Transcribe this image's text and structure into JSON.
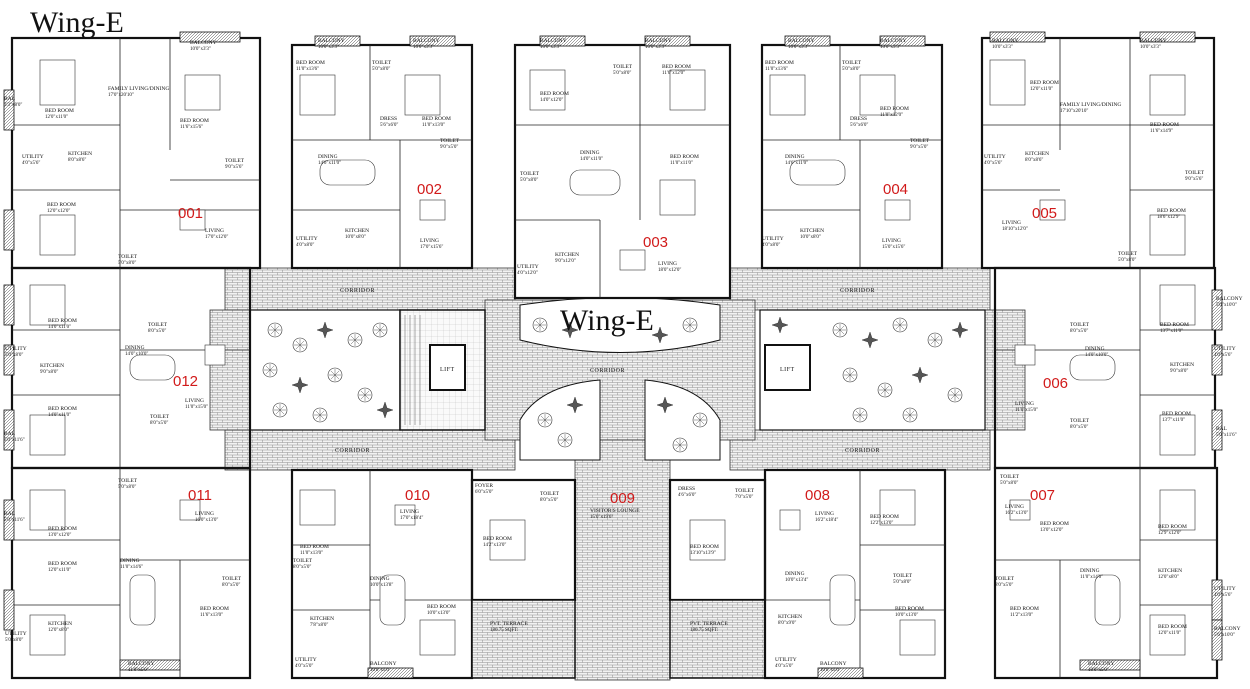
{
  "title": "Wing-E",
  "center_title": "Wing-E",
  "corridor_label": "CORRIDOR",
  "lift_label": "LIFT",
  "units": [
    {
      "id": "001",
      "rooms": [
        {
          "name": "BED ROOM",
          "dim": "12'0\"x11'0\""
        },
        {
          "name": "FAMILY LIVING/DINING",
          "dim": "17'0\"x20'10\""
        },
        {
          "name": "BED ROOM",
          "dim": "11'6\"x15'6\""
        },
        {
          "name": "UTILITY",
          "dim": "4'0\"x5'6\""
        },
        {
          "name": "KITCHEN",
          "dim": "8'0\"x8'6\""
        },
        {
          "name": "TOILET",
          "dim": "9'0\"x5'6\""
        },
        {
          "name": "BED ROOM",
          "dim": "12'0\"x12'0\""
        },
        {
          "name": "LIVING",
          "dim": "17'0\"x12'0\""
        },
        {
          "name": "TOILET",
          "dim": "5'0\"x8'0\""
        },
        {
          "name": "BALCONY",
          "dim": "10'0\"x3'3\""
        },
        {
          "name": "BAL",
          "dim": "3'3\"x8'0\""
        }
      ]
    },
    {
      "id": "002",
      "rooms": [
        {
          "name": "BED ROOM",
          "dim": "11'0\"x13'6\""
        },
        {
          "name": "TOILET",
          "dim": "5'0\"x8'0\""
        },
        {
          "name": "DRESS",
          "dim": "5'6\"x6'0\""
        },
        {
          "name": "BED ROOM",
          "dim": "11'0\"x13'0\""
        },
        {
          "name": "TOILET",
          "dim": "9'0\"x5'0\""
        },
        {
          "name": "DINING",
          "dim": "14'6\"x11'0\""
        },
        {
          "name": "UTILITY",
          "dim": "4'0\"x8'0\""
        },
        {
          "name": "KITCHEN",
          "dim": "10'0\"x8'0\""
        },
        {
          "name": "LIVING",
          "dim": "17'0\"x15'6\""
        },
        {
          "name": "BALCONY",
          "dim": "10'0\"x3'3\""
        },
        {
          "name": "BALCONY",
          "dim": "10'0\"x3'3\""
        }
      ]
    },
    {
      "id": "003",
      "rooms": [
        {
          "name": "BED ROOM",
          "dim": "14'0\"x12'0\""
        },
        {
          "name": "TOILET",
          "dim": "5'0\"x8'0\""
        },
        {
          "name": "BED ROOM",
          "dim": "11'6\"x12'0\""
        },
        {
          "name": "DINING",
          "dim": "14'0\"x11'0\""
        },
        {
          "name": "BED ROOM",
          "dim": "11'0\"x11'0\""
        },
        {
          "name": "TOILET",
          "dim": "5'0\"x8'0\""
        },
        {
          "name": "UTILITY",
          "dim": "4'0\"x12'0\""
        },
        {
          "name": "KITCHEN",
          "dim": "9'0\"x12'0\""
        },
        {
          "name": "LIVING",
          "dim": "18'0\"x12'0\""
        },
        {
          "name": "BALCONY",
          "dim": "10'0\"x3'3\""
        },
        {
          "name": "BALCONY",
          "dim": "10'0\"x3'3\""
        }
      ]
    },
    {
      "id": "004",
      "rooms": [
        {
          "name": "BED ROOM",
          "dim": "11'0\"x13'6\""
        },
        {
          "name": "TOILET",
          "dim": "5'0\"x8'0\""
        },
        {
          "name": "BED ROOM",
          "dim": "11'0\"x12'0\""
        },
        {
          "name": "DRESS",
          "dim": "5'6\"x6'0\""
        },
        {
          "name": "TOILET",
          "dim": "9'0\"x5'0\""
        },
        {
          "name": "DINING",
          "dim": "14'6\"x11'0\""
        },
        {
          "name": "UTILITY",
          "dim": "4'0\"x8'0\""
        },
        {
          "name": "KITCHEN",
          "dim": "10'0\"x8'0\""
        },
        {
          "name": "LIVING",
          "dim": "15'0\"x15'6\""
        },
        {
          "name": "BALCONY",
          "dim": "10'0\"x3'3\""
        },
        {
          "name": "BALCONY",
          "dim": "10'0\"x3'3\""
        }
      ]
    },
    {
      "id": "005",
      "rooms": [
        {
          "name": "BED ROOM",
          "dim": "12'0\"x11'0\""
        },
        {
          "name": "FAMILY LIVING/DINING",
          "dim": "17'10\"x20'10\""
        },
        {
          "name": "BED ROOM",
          "dim": "11'6\"x14'9\""
        },
        {
          "name": "UTILITY",
          "dim": "4'0\"x5'6\""
        },
        {
          "name": "KITCHEN",
          "dim": "8'0\"x8'6\""
        },
        {
          "name": "TOILET",
          "dim": "9'0\"x5'6\""
        },
        {
          "name": "LIVING",
          "dim": "18'10\"x12'0\""
        },
        {
          "name": "BED ROOM",
          "dim": "18'6\"x12'9\""
        },
        {
          "name": "TOILET",
          "dim": "5'0\"x8'0\""
        },
        {
          "name": "BALCONY",
          "dim": "10'0\"x3'3\""
        },
        {
          "name": "BALCONY",
          "dim": "10'0\"x3'3\""
        }
      ]
    },
    {
      "id": "006",
      "rooms": [
        {
          "name": "TOILET",
          "dim": "8'0\"x5'0\""
        },
        {
          "name": "BED ROOM",
          "dim": "13'7\"x11'0\""
        },
        {
          "name": "DINING",
          "dim": "14'0\"x10'0\""
        },
        {
          "name": "KITCHEN",
          "dim": "9'0\"x8'0\""
        },
        {
          "name": "UTILITY",
          "dim": "4'0\"x5'6\""
        },
        {
          "name": "LIVING",
          "dim": "11'0\"x15'0\""
        },
        {
          "name": "TOILET",
          "dim": "8'0\"x5'0\""
        },
        {
          "name": "BED ROOM",
          "dim": "13'7\"x11'0\""
        },
        {
          "name": "BALCONY",
          "dim": "5'0\"x10'0\""
        },
        {
          "name": "BAL",
          "dim": "5'0\"x11'6\""
        }
      ]
    },
    {
      "id": "007",
      "rooms": [
        {
          "name": "TOILET",
          "dim": "5'0\"x8'0\""
        },
        {
          "name": "LIVING",
          "dim": "16'2\"x13'0\""
        },
        {
          "name": "BED ROOM",
          "dim": "13'0\"x12'0\""
        },
        {
          "name": "BED ROOM",
          "dim": "12'9\"x12'0\""
        },
        {
          "name": "DINING",
          "dim": "11'0\"x14'6\""
        },
        {
          "name": "KITCHEN",
          "dim": "12'0\"x8'0\""
        },
        {
          "name": "TOILET",
          "dim": "8'0\"x5'0\""
        },
        {
          "name": "BED ROOM",
          "dim": "11'2\"x13'0\""
        },
        {
          "name": "BED ROOM",
          "dim": "12'0\"x11'0\""
        },
        {
          "name": "UTILITY",
          "dim": "4'0\"x5'6\""
        },
        {
          "name": "BALCONY",
          "dim": "10'0\"x5'0\""
        },
        {
          "name": "BALCONY",
          "dim": "5'6\"x10'0\""
        }
      ]
    },
    {
      "id": "008",
      "rooms": [
        {
          "name": "DRESS",
          "dim": "4'6\"x6'0\""
        },
        {
          "name": "TOILET",
          "dim": "7'0\"x5'0\""
        },
        {
          "name": "BED ROOM",
          "dim": "13'10\"x13'9\""
        },
        {
          "name": "LIVING",
          "dim": "16'2\"x18'4\""
        },
        {
          "name": "BED ROOM",
          "dim": "12'2\"x13'0\""
        },
        {
          "name": "DINING",
          "dim": "10'0\"x13'4\""
        },
        {
          "name": "TOILET",
          "dim": "5'0\"x8'0\""
        },
        {
          "name": "KITCHEN",
          "dim": "8'0\"x9'0\""
        },
        {
          "name": "BED ROOM",
          "dim": "10'0\"x13'0\""
        },
        {
          "name": "UTILITY",
          "dim": "4'0\"x5'0\""
        },
        {
          "name": "BALCONY",
          "dim": "10'0\"x5'0\""
        },
        {
          "name": "PVT. TERRACE",
          "dim": "186.75 SQFT."
        }
      ]
    },
    {
      "id": "009",
      "rooms": [
        {
          "name": "VISITOR'S LOUNGE",
          "dim": "15'0\"x19'6\""
        }
      ]
    },
    {
      "id": "010",
      "rooms": [
        {
          "name": "FOYER",
          "dim": "6'0\"x5'0\""
        },
        {
          "name": "TOILET",
          "dim": "8'0\"x5'0\""
        },
        {
          "name": "LIVING",
          "dim": "17'0\"x18'4\""
        },
        {
          "name": "BED ROOM",
          "dim": "11'0\"x13'0\""
        },
        {
          "name": "TOILET",
          "dim": "8'0\"x5'0\""
        },
        {
          "name": "BED ROOM",
          "dim": "14'2\"x13'0\""
        },
        {
          "name": "DINING",
          "dim": "10'0\"x13'8\""
        },
        {
          "name": "KITCHEN",
          "dim": "7'8\"x8'0\""
        },
        {
          "name": "BED ROOM",
          "dim": "10'0\"x13'0\""
        },
        {
          "name": "UTILITY",
          "dim": "4'0\"x5'0\""
        },
        {
          "name": "BALCONY",
          "dim": "10'0\"x5'0\""
        },
        {
          "name": "PVT. TERRACE",
          "dim": "186.75 SQFT."
        }
      ]
    },
    {
      "id": "011",
      "rooms": [
        {
          "name": "TOILET",
          "dim": "5'0\"x8'0\""
        },
        {
          "name": "LIVING",
          "dim": "16'0\"x13'0\""
        },
        {
          "name": "BED ROOM",
          "dim": "13'0\"x12'0\""
        },
        {
          "name": "DINING",
          "dim": "11'0\"x14'6\""
        },
        {
          "name": "BED ROOM",
          "dim": "12'0\"x11'0\""
        },
        {
          "name": "TOILET",
          "dim": "8'0\"x5'0\""
        },
        {
          "name": "BED ROOM",
          "dim": "11'6\"x13'0\""
        },
        {
          "name": "KITCHEN",
          "dim": "12'0\"x8'0\""
        },
        {
          "name": "UTILITY",
          "dim": "5'0\"x8'0\""
        },
        {
          "name": "BALCONY",
          "dim": "11'0\"x5'0\""
        },
        {
          "name": "BAL",
          "dim": "5'0\"x11'6\""
        }
      ]
    },
    {
      "id": "012",
      "rooms": [
        {
          "name": "TOILET",
          "dim": "8'0\"x5'0\""
        },
        {
          "name": "BED ROOM",
          "dim": "14'0\"x11'0\""
        },
        {
          "name": "DINING",
          "dim": "14'0\"x10'0\""
        },
        {
          "name": "KITCHEN",
          "dim": "9'0\"x8'0\""
        },
        {
          "name": "UTILITY",
          "dim": "5'0\"x8'0\""
        },
        {
          "name": "LIVING",
          "dim": "11'0\"x15'0\""
        },
        {
          "name": "TOILET",
          "dim": "8'0\"x5'0\""
        },
        {
          "name": "BED ROOM",
          "dim": "14'0\"x11'0\""
        },
        {
          "name": "BAL",
          "dim": "5'0\"x11'6\""
        }
      ]
    }
  ]
}
